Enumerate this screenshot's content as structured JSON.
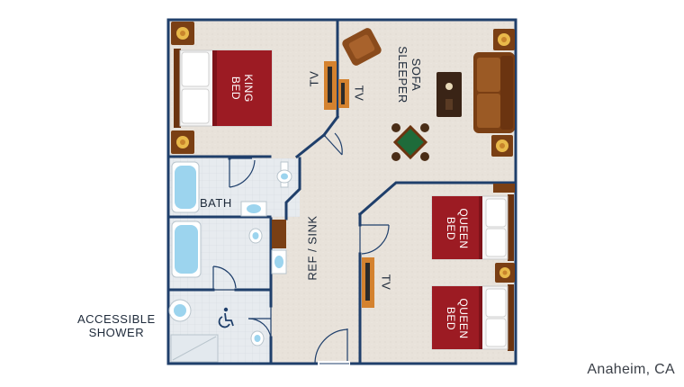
{
  "labels": {
    "king_bed": [
      "KING",
      "BED"
    ],
    "queen_bed_1": [
      "QUEEN",
      "BED"
    ],
    "queen_bed_2": [
      "QUEEN",
      "BED"
    ],
    "sofa_sleeper": [
      "SOFA",
      "SLEEPER"
    ],
    "tv": "TV",
    "bath": "BATH",
    "ref_sink": "REF / SINK",
    "accessible_shower": [
      "ACCESSIBLE",
      "SHOWER"
    ],
    "location": "Anaheim, CA"
  },
  "icons": {
    "wheelchair": "wheelchair-icon"
  },
  "colors": {
    "wall": "#1f3f6b",
    "floor": "#e9e3dc",
    "tile": "#e6eaee",
    "bed_cover": "#9c1b23",
    "pillow": "#f5f5f5",
    "wood": "#7a3f14",
    "tv_stand": "#d4822f",
    "tub": "#9cd4ee",
    "card_table": "#1e6b3a"
  }
}
